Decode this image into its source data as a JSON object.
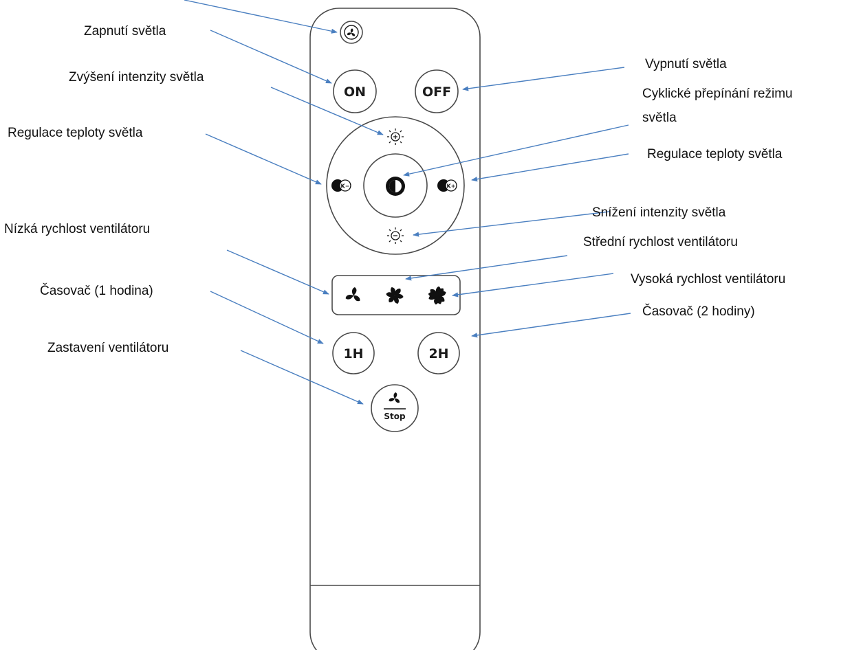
{
  "labels": {
    "light_on": "Zapnutí světla",
    "light_off": "Vypnutí světla",
    "brightness_up": "Zvýšení intenzity světla",
    "light_mode_line1": "Cyklické přepínání režimu",
    "light_mode_line2": "světla",
    "color_temp_left": "Regulace teploty světla",
    "color_temp_right": "Regulace teploty světla",
    "brightness_down": "Snížení intenzity světla",
    "fan_low": "Nízká rychlost ventilátoru",
    "fan_medium": "Střední rychlost ventilátoru",
    "fan_high": "Vysoká rychlost ventilátoru",
    "timer_1h": "Časovač (1 hodina)",
    "timer_2h": "Časovač (2 hodiny)",
    "fan_stop": "Zastavení ventilátoru"
  },
  "buttons": {
    "on": "ON",
    "off": "OFF",
    "one_hour": "1H",
    "two_hour": "2H",
    "stop": "Stop",
    "kelvin_minus": "K−",
    "kelvin_plus": "K+"
  },
  "icons": {
    "top": "fan-reverse-icon",
    "center": "light-mode-icon",
    "brightness_up": "sun-plus-icon",
    "brightness_down": "sun-minus-icon",
    "fan": "fan-icon"
  },
  "colors": {
    "arrow": "#4a7fc0",
    "outline": "#4a4a4a",
    "text": "#111111"
  }
}
